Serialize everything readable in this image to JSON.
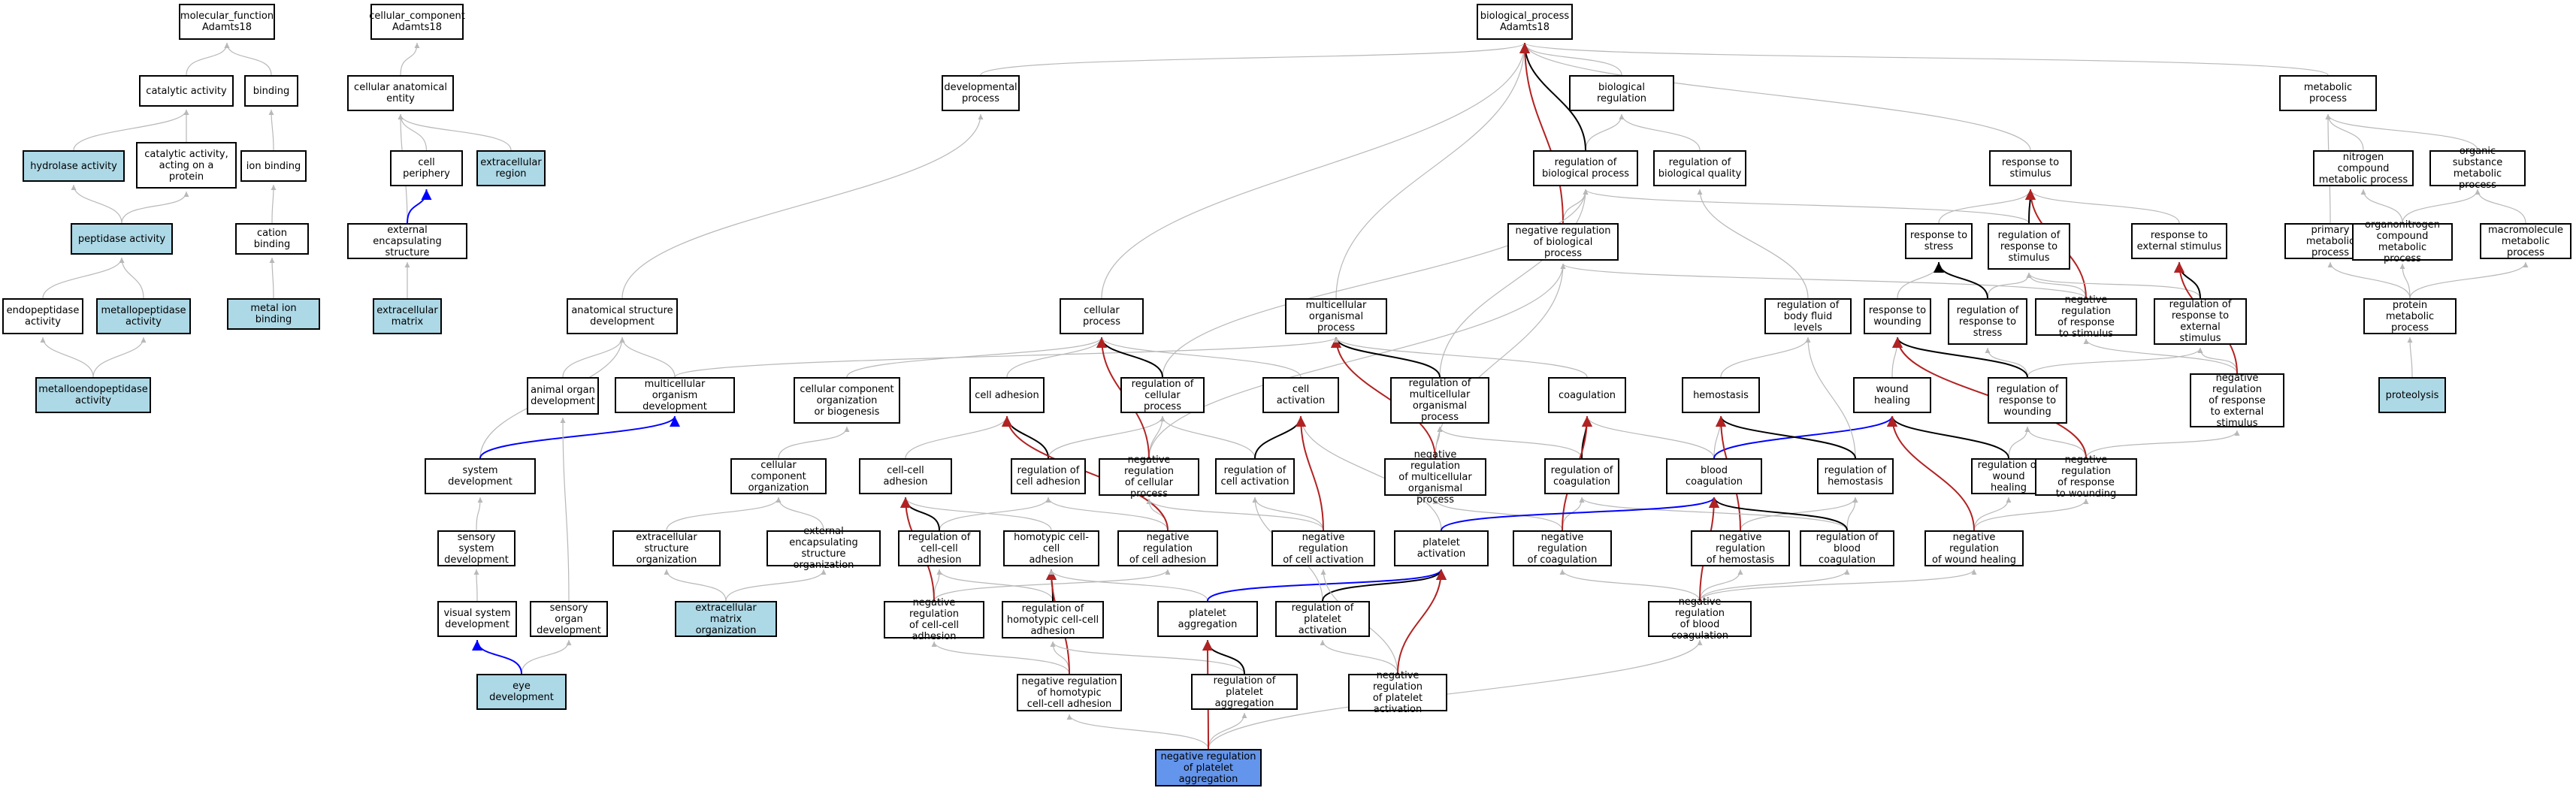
{
  "colors": {
    "default": "#ffffff",
    "annotated": "#add8e6",
    "query": "#6495ed",
    "is_a": "#b8b8b8",
    "part_of": "#0000ff",
    "regulates": "#000000",
    "negatively_regulates": "#b22222"
  },
  "nodes": [
    {
      "id": "mf",
      "label": "molecular_function\nAdamts18",
      "fill": "default"
    },
    {
      "id": "cat",
      "label": "catalytic activity",
      "fill": "default"
    },
    {
      "id": "cap",
      "label": "catalytic activity,\nacting on a\nprotein",
      "fill": "default"
    },
    {
      "id": "bind",
      "label": "binding",
      "fill": "default"
    },
    {
      "id": "ionb",
      "label": "ion binding",
      "fill": "default"
    },
    {
      "id": "catb",
      "label": "cation binding",
      "fill": "default"
    },
    {
      "id": "metb",
      "label": "metal ion binding",
      "fill": "annotated"
    },
    {
      "id": "hyd",
      "label": "hydrolase activity",
      "fill": "annotated"
    },
    {
      "id": "pep",
      "label": "peptidase activity",
      "fill": "annotated"
    },
    {
      "id": "endo",
      "label": "endopeptidase\nactivity",
      "fill": "default"
    },
    {
      "id": "mpep",
      "label": "metallopeptidase\nactivity",
      "fill": "annotated"
    },
    {
      "id": "mendo",
      "label": "metalloendopeptidase\nactivity",
      "fill": "annotated"
    },
    {
      "id": "cc",
      "label": "cellular_component\nAdamts18",
      "fill": "default"
    },
    {
      "id": "cae",
      "label": "cellular anatomical\nentity",
      "fill": "default"
    },
    {
      "id": "cper",
      "label": "cell periphery",
      "fill": "default"
    },
    {
      "id": "exreg",
      "label": "extracellular\nregion",
      "fill": "annotated"
    },
    {
      "id": "exenc",
      "label": "external encapsulating\nstructure",
      "fill": "default"
    },
    {
      "id": "exmat",
      "label": "extracellular\nmatrix",
      "fill": "annotated"
    },
    {
      "id": "bp",
      "label": "biological_process\nAdamts18",
      "fill": "default"
    },
    {
      "id": "devp",
      "label": "developmental\nprocess",
      "fill": "default"
    },
    {
      "id": "biolreg",
      "label": "biological regulation",
      "fill": "default"
    },
    {
      "id": "metp",
      "label": "metabolic process",
      "fill": "default"
    },
    {
      "id": "rbp",
      "label": "regulation of\nbiological process",
      "fill": "default"
    },
    {
      "id": "rbq",
      "label": "regulation of\nbiological quality",
      "fill": "default"
    },
    {
      "id": "rts",
      "label": "response to\nstimulus",
      "fill": "default"
    },
    {
      "id": "ncmp",
      "label": "nitrogen compound\nmetabolic process",
      "fill": "default"
    },
    {
      "id": "osmp",
      "label": "organic substance\nmetabolic process",
      "fill": "default"
    },
    {
      "id": "nrbp",
      "label": "negative regulation\nof biological\nprocess",
      "fill": "default"
    },
    {
      "id": "rtstr",
      "label": "response to\nstress",
      "fill": "default"
    },
    {
      "id": "rrs",
      "label": "regulation of\nresponse to\nstimulus",
      "fill": "default"
    },
    {
      "id": "rtes",
      "label": "response to\nexternal stimulus",
      "fill": "default"
    },
    {
      "id": "pmp",
      "label": "primary metabolic\nprocess",
      "fill": "default"
    },
    {
      "id": "ocmp",
      "label": "organonitrogen\ncompound metabolic\nprocess",
      "fill": "default"
    },
    {
      "id": "mmp",
      "label": "macromolecule\nmetabolic process",
      "fill": "default"
    },
    {
      "id": "asd",
      "label": "anatomical structure\ndevelopment",
      "fill": "default"
    },
    {
      "id": "cellp",
      "label": "cellular process",
      "fill": "default"
    },
    {
      "id": "mop",
      "label": "multicellular\norganismal process",
      "fill": "default"
    },
    {
      "id": "rbfl",
      "label": "regulation of\nbody fluid levels",
      "fill": "default"
    },
    {
      "id": "rtw",
      "label": "response to\nwounding",
      "fill": "default"
    },
    {
      "id": "rrstr",
      "label": "regulation of\nresponse to\nstress",
      "fill": "default"
    },
    {
      "id": "nrrs",
      "label": "negative regulation\nof response\nto stimulus",
      "fill": "default"
    },
    {
      "id": "rres",
      "label": "regulation of\nresponse to\nexternal stimulus",
      "fill": "default"
    },
    {
      "id": "prmp",
      "label": "protein metabolic\nprocess",
      "fill": "default"
    },
    {
      "id": "aod",
      "label": "animal organ\ndevelopment",
      "fill": "default"
    },
    {
      "id": "mod",
      "label": "multicellular\norganism development",
      "fill": "default"
    },
    {
      "id": "ccob",
      "label": "cellular component\norganization\nor biogenesis",
      "fill": "default"
    },
    {
      "id": "cadh",
      "label": "cell adhesion",
      "fill": "default"
    },
    {
      "id": "rcp",
      "label": "regulation of\ncellular process",
      "fill": "default"
    },
    {
      "id": "cact",
      "label": "cell activation",
      "fill": "default"
    },
    {
      "id": "rmop",
      "label": "regulation of\nmulticellular\norganismal process",
      "fill": "default"
    },
    {
      "id": "coag",
      "label": "coagulation",
      "fill": "default"
    },
    {
      "id": "hemo",
      "label": "hemostasis",
      "fill": "default"
    },
    {
      "id": "wh",
      "label": "wound healing",
      "fill": "default"
    },
    {
      "id": "rrw",
      "label": "regulation of\nresponse to\nwounding",
      "fill": "default"
    },
    {
      "id": "nrres",
      "label": "negative regulation\nof response\nto external\nstimulus",
      "fill": "default"
    },
    {
      "id": "prot",
      "label": "proteolysis",
      "fill": "annotated"
    },
    {
      "id": "sysd",
      "label": "system development",
      "fill": "default"
    },
    {
      "id": "cco",
      "label": "cellular component\norganization",
      "fill": "default"
    },
    {
      "id": "ccadh",
      "label": "cell-cell adhesion",
      "fill": "default"
    },
    {
      "id": "rcadh",
      "label": "regulation of\ncell adhesion",
      "fill": "default"
    },
    {
      "id": "nrcp",
      "label": "negative regulation\nof cellular\nprocess",
      "fill": "default"
    },
    {
      "id": "rcact",
      "label": "regulation of\ncell activation",
      "fill": "default"
    },
    {
      "id": "nrmop",
      "label": "negative regulation\nof multicellular\norganismal process",
      "fill": "default"
    },
    {
      "id": "rcoag",
      "label": "regulation of\ncoagulation",
      "fill": "default"
    },
    {
      "id": "bcoag",
      "label": "blood coagulation",
      "fill": "default"
    },
    {
      "id": "rhemo",
      "label": "regulation of\nhemostasis",
      "fill": "default"
    },
    {
      "id": "rwh",
      "label": "regulation of\nwound healing",
      "fill": "default"
    },
    {
      "id": "nrrw",
      "label": "negative regulation\nof response\nto wounding",
      "fill": "default"
    },
    {
      "id": "ssd",
      "label": "sensory system\ndevelopment",
      "fill": "default"
    },
    {
      "id": "exso",
      "label": "extracellular\nstructure organization",
      "fill": "default"
    },
    {
      "id": "exeso",
      "label": "external encapsulating\nstructure organization",
      "fill": "default"
    },
    {
      "id": "rccadh",
      "label": "regulation of\ncell-cell adhesion",
      "fill": "default"
    },
    {
      "id": "hccadh",
      "label": "homotypic cell-cell\nadhesion",
      "fill": "default"
    },
    {
      "id": "nrcadh",
      "label": "negative regulation\nof cell adhesion",
      "fill": "default"
    },
    {
      "id": "nrcact",
      "label": "negative regulation\nof cell activation",
      "fill": "default"
    },
    {
      "id": "pact",
      "label": "platelet activation",
      "fill": "default"
    },
    {
      "id": "nrcoag",
      "label": "negative regulation\nof coagulation",
      "fill": "default"
    },
    {
      "id": "nrhemo",
      "label": "negative regulation\nof hemostasis",
      "fill": "default"
    },
    {
      "id": "rbcoag",
      "label": "regulation of\nblood coagulation",
      "fill": "default"
    },
    {
      "id": "nrwh",
      "label": "negative regulation\nof wound healing",
      "fill": "default"
    },
    {
      "id": "vsd",
      "label": "visual system\ndevelopment",
      "fill": "default"
    },
    {
      "id": "sod",
      "label": "sensory organ\ndevelopment",
      "fill": "default"
    },
    {
      "id": "exmo",
      "label": "extracellular\nmatrix organization",
      "fill": "annotated"
    },
    {
      "id": "nrccadh",
      "label": "negative regulation\nof cell-cell\nadhesion",
      "fill": "default"
    },
    {
      "id": "rhccadh",
      "label": "regulation of\nhomotypic cell-cell\nadhesion",
      "fill": "default"
    },
    {
      "id": "pagg",
      "label": "platelet aggregation",
      "fill": "default"
    },
    {
      "id": "rpact",
      "label": "regulation of\nplatelet activation",
      "fill": "default"
    },
    {
      "id": "nrbcoag",
      "label": "negative regulation\nof blood coagulation",
      "fill": "default"
    },
    {
      "id": "eyed",
      "label": "eye development",
      "fill": "annotated"
    },
    {
      "id": "nrhccadh",
      "label": "negative regulation\nof homotypic\ncell-cell adhesion",
      "fill": "default"
    },
    {
      "id": "rpagg",
      "label": "regulation of\nplatelet aggregation",
      "fill": "default"
    },
    {
      "id": "nrpact",
      "label": "negative regulation\nof platelet\nactivation",
      "fill": "default"
    },
    {
      "id": "nrpagg",
      "label": "negative regulation\nof platelet\naggregation",
      "fill": "query"
    }
  ],
  "edges": [
    [
      "cat",
      "mf",
      "is_a"
    ],
    [
      "bind",
      "mf",
      "is_a"
    ],
    [
      "cap",
      "cat",
      "is_a"
    ],
    [
      "ionb",
      "bind",
      "is_a"
    ],
    [
      "catb",
      "ionb",
      "is_a"
    ],
    [
      "metb",
      "catb",
      "is_a"
    ],
    [
      "hyd",
      "cat",
      "is_a"
    ],
    [
      "pep",
      "hyd",
      "is_a"
    ],
    [
      "pep",
      "cap",
      "is_a"
    ],
    [
      "endo",
      "pep",
      "is_a"
    ],
    [
      "mpep",
      "pep",
      "is_a"
    ],
    [
      "mendo",
      "endo",
      "is_a"
    ],
    [
      "mendo",
      "mpep",
      "is_a"
    ],
    [
      "cae",
      "cc",
      "is_a"
    ],
    [
      "cper",
      "cae",
      "is_a"
    ],
    [
      "exreg",
      "cae",
      "is_a"
    ],
    [
      "exenc",
      "cae",
      "is_a"
    ],
    [
      "exenc",
      "cper",
      "part_of"
    ],
    [
      "exmat",
      "exenc",
      "is_a"
    ],
    [
      "devp",
      "bp",
      "is_a"
    ],
    [
      "biolreg",
      "bp",
      "is_a"
    ],
    [
      "metp",
      "bp",
      "is_a"
    ],
    [
      "rts",
      "bp",
      "is_a"
    ],
    [
      "cellp",
      "bp",
      "is_a"
    ],
    [
      "mop",
      "bp",
      "is_a"
    ],
    [
      "rbp",
      "biolreg",
      "is_a"
    ],
    [
      "rbp",
      "bp",
      "regulates"
    ],
    [
      "rbq",
      "biolreg",
      "is_a"
    ],
    [
      "nrbp",
      "rbp",
      "is_a"
    ],
    [
      "nrbp",
      "bp",
      "negatively_regulates"
    ],
    [
      "ncmp",
      "metp",
      "is_a"
    ],
    [
      "osmp",
      "metp",
      "is_a"
    ],
    [
      "pmp",
      "metp",
      "is_a"
    ],
    [
      "ocmp",
      "ncmp",
      "is_a"
    ],
    [
      "ocmp",
      "osmp",
      "is_a"
    ],
    [
      "mmp",
      "osmp",
      "is_a"
    ],
    [
      "prmp",
      "pmp",
      "is_a"
    ],
    [
      "prmp",
      "ocmp",
      "is_a"
    ],
    [
      "prmp",
      "mmp",
      "is_a"
    ],
    [
      "prot",
      "prmp",
      "is_a"
    ],
    [
      "rtstr",
      "rts",
      "is_a"
    ],
    [
      "rtes",
      "rts",
      "is_a"
    ],
    [
      "rrs",
      "rbp",
      "is_a"
    ],
    [
      "rrs",
      "rts",
      "regulates"
    ],
    [
      "nrrs",
      "rrs",
      "is_a"
    ],
    [
      "nrrs",
      "nrbp",
      "is_a"
    ],
    [
      "nrrs",
      "rts",
      "negatively_regulates"
    ],
    [
      "rtw",
      "rtstr",
      "is_a"
    ],
    [
      "rrstr",
      "rrs",
      "is_a"
    ],
    [
      "rrstr",
      "rtstr",
      "regulates"
    ],
    [
      "rres",
      "rrs",
      "is_a"
    ],
    [
      "rres",
      "rtes",
      "regulates"
    ],
    [
      "nrres",
      "rres",
      "is_a"
    ],
    [
      "nrres",
      "nrrs",
      "is_a"
    ],
    [
      "nrres",
      "rtes",
      "negatively_regulates"
    ],
    [
      "asd",
      "devp",
      "is_a"
    ],
    [
      "aod",
      "asd",
      "is_a"
    ],
    [
      "mod",
      "asd",
      "is_a"
    ],
    [
      "mod",
      "mop",
      "is_a"
    ],
    [
      "sysd",
      "asd",
      "is_a"
    ],
    [
      "sysd",
      "mod",
      "part_of"
    ],
    [
      "ssd",
      "sysd",
      "is_a"
    ],
    [
      "vsd",
      "ssd",
      "is_a"
    ],
    [
      "sod",
      "aod",
      "is_a"
    ],
    [
      "eyed",
      "sod",
      "is_a"
    ],
    [
      "eyed",
      "vsd",
      "part_of"
    ],
    [
      "ccob",
      "cellp",
      "is_a"
    ],
    [
      "cco",
      "ccob",
      "is_a"
    ],
    [
      "exso",
      "cco",
      "is_a"
    ],
    [
      "exeso",
      "cco",
      "is_a"
    ],
    [
      "exmo",
      "exso",
      "is_a"
    ],
    [
      "exmo",
      "exeso",
      "is_a"
    ],
    [
      "cadh",
      "cellp",
      "is_a"
    ],
    [
      "ccadh",
      "cadh",
      "is_a"
    ],
    [
      "rcp",
      "rbp",
      "is_a"
    ],
    [
      "rcp",
      "cellp",
      "regulates"
    ],
    [
      "cact",
      "cellp",
      "is_a"
    ],
    [
      "rcact",
      "rcp",
      "is_a"
    ],
    [
      "rcact",
      "cact",
      "regulates"
    ],
    [
      "rcadh",
      "rcp",
      "is_a"
    ],
    [
      "rcadh",
      "cadh",
      "regulates"
    ],
    [
      "nrcp",
      "rcp",
      "is_a"
    ],
    [
      "nrcp",
      "nrbp",
      "is_a"
    ],
    [
      "nrcp",
      "cellp",
      "negatively_regulates"
    ],
    [
      "nrcadh",
      "rcadh",
      "is_a"
    ],
    [
      "nrcadh",
      "nrcp",
      "is_a"
    ],
    [
      "nrcadh",
      "cadh",
      "negatively_regulates"
    ],
    [
      "rccadh",
      "rcadh",
      "is_a"
    ],
    [
      "rccadh",
      "ccadh",
      "regulates"
    ],
    [
      "hccadh",
      "ccadh",
      "is_a"
    ],
    [
      "nrccadh",
      "rccadh",
      "is_a"
    ],
    [
      "nrccadh",
      "nrcadh",
      "is_a"
    ],
    [
      "nrccadh",
      "ccadh",
      "negatively_regulates"
    ],
    [
      "rhccadh",
      "rccadh",
      "is_a"
    ],
    [
      "rhccadh",
      "hccadh",
      "regulates"
    ],
    [
      "nrhccadh",
      "rhccadh",
      "is_a"
    ],
    [
      "nrhccadh",
      "nrccadh",
      "is_a"
    ],
    [
      "nrhccadh",
      "hccadh",
      "negatively_regulates"
    ],
    [
      "rmop",
      "rbp",
      "is_a"
    ],
    [
      "rmop",
      "mop",
      "regulates"
    ],
    [
      "nrmop",
      "rmop",
      "is_a"
    ],
    [
      "nrmop",
      "nrbp",
      "is_a"
    ],
    [
      "nrmop",
      "mop",
      "negatively_regulates"
    ],
    [
      "coag",
      "mop",
      "is_a"
    ],
    [
      "hemo",
      "rbfl",
      "is_a"
    ],
    [
      "rbfl",
      "rbq",
      "is_a"
    ],
    [
      "wh",
      "rtw",
      "is_a"
    ],
    [
      "rrw",
      "rrstr",
      "is_a"
    ],
    [
      "rrw",
      "rres",
      "is_a"
    ],
    [
      "rrw",
      "rtw",
      "regulates"
    ],
    [
      "nrrw",
      "rrw",
      "is_a"
    ],
    [
      "nrrw",
      "nrres",
      "is_a"
    ],
    [
      "nrrw",
      "rtw",
      "negatively_regulates"
    ],
    [
      "rcoag",
      "rmop",
      "is_a"
    ],
    [
      "rcoag",
      "coag",
      "regulates"
    ],
    [
      "bcoag",
      "coag",
      "is_a"
    ],
    [
      "bcoag",
      "hemo",
      "is_a"
    ],
    [
      "bcoag",
      "wh",
      "part_of"
    ],
    [
      "rhemo",
      "rbfl",
      "is_a"
    ],
    [
      "rhemo",
      "hemo",
      "regulates"
    ],
    [
      "rwh",
      "rrw",
      "is_a"
    ],
    [
      "rwh",
      "wh",
      "regulates"
    ],
    [
      "nrcoag",
      "rcoag",
      "is_a"
    ],
    [
      "nrcoag",
      "nrmop",
      "is_a"
    ],
    [
      "nrcoag",
      "coag",
      "negatively_regulates"
    ],
    [
      "nrhemo",
      "rhemo",
      "is_a"
    ],
    [
      "nrhemo",
      "hemo",
      "negatively_regulates"
    ],
    [
      "rbcoag",
      "rcoag",
      "is_a"
    ],
    [
      "rbcoag",
      "rhemo",
      "is_a"
    ],
    [
      "rbcoag",
      "bcoag",
      "regulates"
    ],
    [
      "nrwh",
      "rwh",
      "is_a"
    ],
    [
      "nrwh",
      "nrrw",
      "is_a"
    ],
    [
      "nrwh",
      "wh",
      "negatively_regulates"
    ],
    [
      "pact",
      "cact",
      "is_a"
    ],
    [
      "pact",
      "bcoag",
      "part_of"
    ],
    [
      "nrcact",
      "rcact",
      "is_a"
    ],
    [
      "nrcact",
      "nrcp",
      "is_a"
    ],
    [
      "nrcact",
      "cact",
      "negatively_regulates"
    ],
    [
      "nrbcoag",
      "rbcoag",
      "is_a"
    ],
    [
      "nrbcoag",
      "nrcoag",
      "is_a"
    ],
    [
      "nrbcoag",
      "nrhemo",
      "is_a"
    ],
    [
      "nrbcoag",
      "nrwh",
      "is_a"
    ],
    [
      "nrbcoag",
      "bcoag",
      "negatively_regulates"
    ],
    [
      "pagg",
      "hccadh",
      "is_a"
    ],
    [
      "pagg",
      "pact",
      "part_of"
    ],
    [
      "rpact",
      "rcact",
      "is_a"
    ],
    [
      "rpact",
      "pact",
      "regulates"
    ],
    [
      "nrpact",
      "rpact",
      "is_a"
    ],
    [
      "nrpact",
      "nrcact",
      "is_a"
    ],
    [
      "nrpact",
      "pact",
      "negatively_regulates"
    ],
    [
      "rpagg",
      "rhccadh",
      "is_a"
    ],
    [
      "rpagg",
      "pagg",
      "regulates"
    ],
    [
      "nrpagg",
      "rpagg",
      "is_a"
    ],
    [
      "nrpagg",
      "nrhccadh",
      "is_a"
    ],
    [
      "nrpagg",
      "nrbcoag",
      "is_a"
    ],
    [
      "nrpagg",
      "pagg",
      "negatively_regulates"
    ]
  ]
}
